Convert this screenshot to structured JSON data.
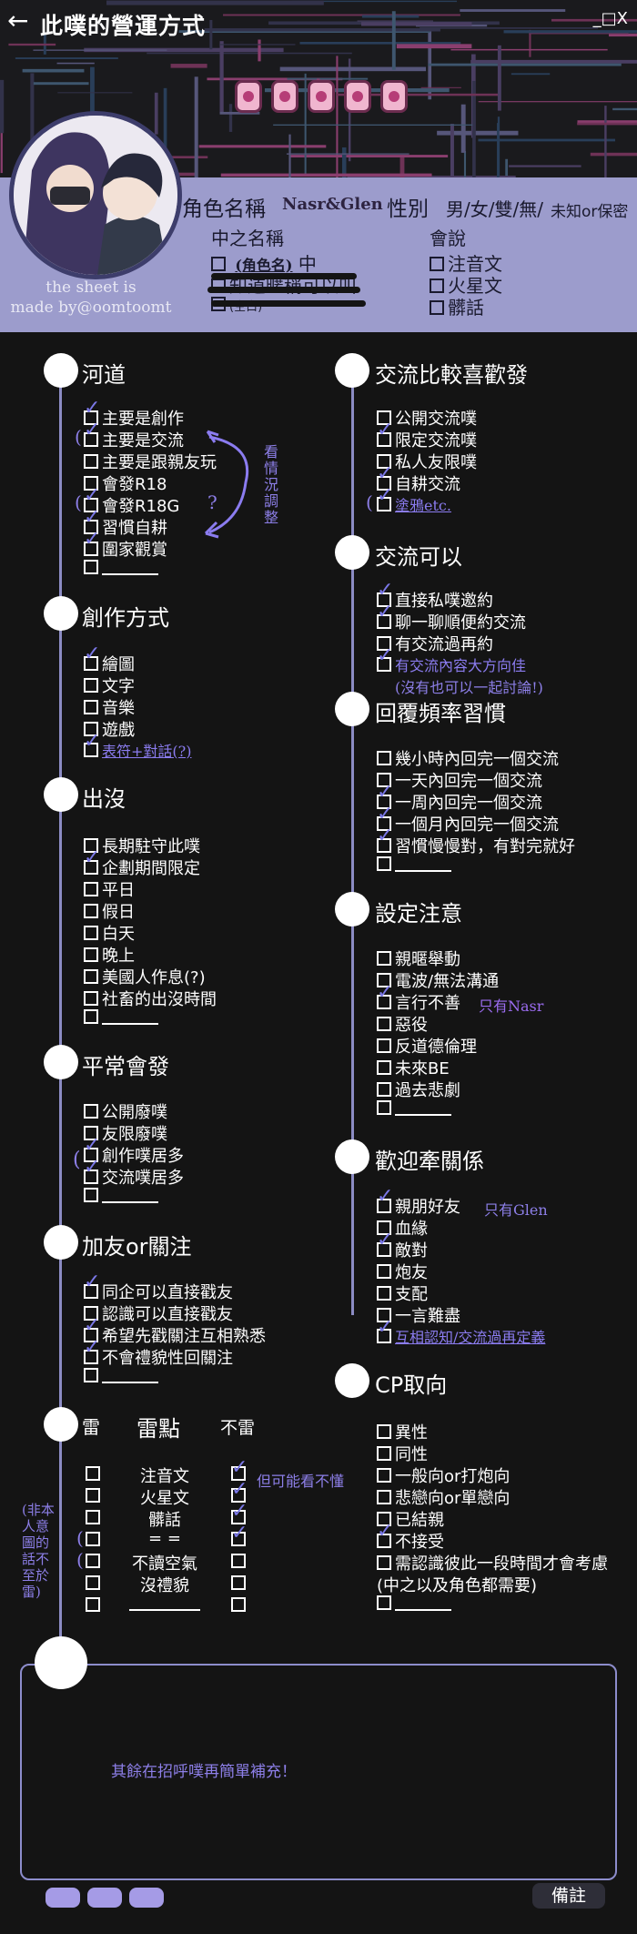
{
  "header": {
    "back_icon": "arrow-left-icon",
    "title": "此噗的營運方式",
    "window_controls": "_□X"
  },
  "profile": {
    "credit_line1": "the sheet is",
    "credit_line2": "made by@oomtoomt",
    "character_label": "角色名稱",
    "character_value": "Nasr&Glen",
    "gender_label": "性別",
    "gender_options": "男/女/雙/無/",
    "gender_unknown": "未知or保密",
    "cn_name_label": "中之名稱",
    "cn_name_row1_fill": "(角色名)",
    "cn_name_row1_suffix": "中",
    "cn_name_row2": "知道暱稱可以叫",
    "cn_name_row3": "(空白)",
    "speak_label": "會說",
    "speak_items": [
      "注音文",
      "火星文",
      "髒話"
    ]
  },
  "left": {
    "river": {
      "title": "河道",
      "items": [
        "主要是創作",
        "主要是交流",
        "主要是跟親友玩",
        "會發R18",
        "會發R18G",
        "習慣自耕",
        "圍家觀賞"
      ],
      "side_note": "看情況調整"
    },
    "create": {
      "title": "創作方式",
      "items": [
        "繪圖",
        "文字",
        "音樂",
        "遊戲"
      ],
      "hand_item": "表符+對話(?)"
    },
    "appear": {
      "title": "出沒",
      "items": [
        "長期駐守此噗",
        "企劃期間限定",
        "平日",
        "假日",
        "白天",
        "晚上",
        "美國人作息(?)",
        "社畜的出沒時間"
      ]
    },
    "usual": {
      "title": "平常會發",
      "items": [
        "公開廢噗",
        "友限廢噗",
        "創作噗居多",
        "交流噗居多"
      ]
    },
    "friend": {
      "title": "加友or關注",
      "items": [
        "同企可以直接戳友",
        "認識可以直接戳友",
        "希望先戳關注互相熟悉",
        "不會禮貌性回關注"
      ]
    },
    "mines": {
      "title": "雷",
      "col_points": "雷點",
      "col_ok": "不雷",
      "rows": [
        "注音文",
        "火星文",
        "髒話",
        "= =",
        "不讀空氣",
        "沒禮貌"
      ],
      "ok_note": "但可能看不懂",
      "side_note": "(非本人意圖的話不至於雷)"
    }
  },
  "right": {
    "like": {
      "title": "交流比較喜歡發",
      "items": [
        "公開交流噗",
        "限定交流噗",
        "私人友限噗",
        "自耕交流"
      ],
      "hand_item": "塗鴉etc."
    },
    "can": {
      "title": "交流可以",
      "items": [
        "直接私噗邀約",
        "聊一聊順便約交流",
        "有交流過再約"
      ],
      "hand_item": "有交流內容大方向佳",
      "hand_item2": "(沒有也可以一起討論!)"
    },
    "reply": {
      "title": "回覆頻率習慣",
      "items": [
        "幾小時內回完一個交流",
        "一天內回完一個交流",
        "一周內回完一個交流",
        "一個月內回完一個交流",
        "習慣慢慢對，有對完就好"
      ]
    },
    "setting": {
      "title": "設定注意",
      "items": [
        "親暱舉動",
        "電波/無法溝通",
        "言行不善",
        "惡役",
        "反道德倫理",
        "未來BE",
        "過去悲劇"
      ],
      "note": "只有Nasr"
    },
    "relation": {
      "title": "歡迎牽關係",
      "items": [
        "親朋好友",
        "血緣",
        "敵對",
        "炮友",
        "支配",
        "一言難盡"
      ],
      "note": "只有Glen",
      "hand_item": "互相認知/交流過再定義"
    },
    "cp": {
      "title": "CP取向",
      "items": [
        "異性",
        "同性",
        "一般向or打炮向",
        "悲戀向or單戀向",
        "已結親",
        "不接受",
        "需認識彼此一段時間才會考慮",
        "(中之以及角色都需要)"
      ]
    }
  },
  "remark": {
    "text": "其餘在招呼噗再簡單補充！",
    "button": "備註"
  }
}
